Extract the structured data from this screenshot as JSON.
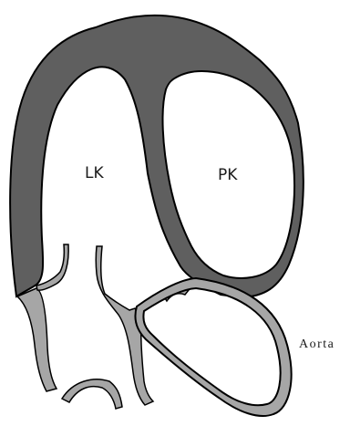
{
  "labels": {
    "left_ventricle": "LK",
    "right_ventricle": "PK",
    "aorta": "Aorta"
  },
  "colors": {
    "muscle_wall": "#5f5f5f",
    "valve_and_vessel": "#a6a6a6",
    "outline": "#000000",
    "cavity": "#ffffff"
  }
}
